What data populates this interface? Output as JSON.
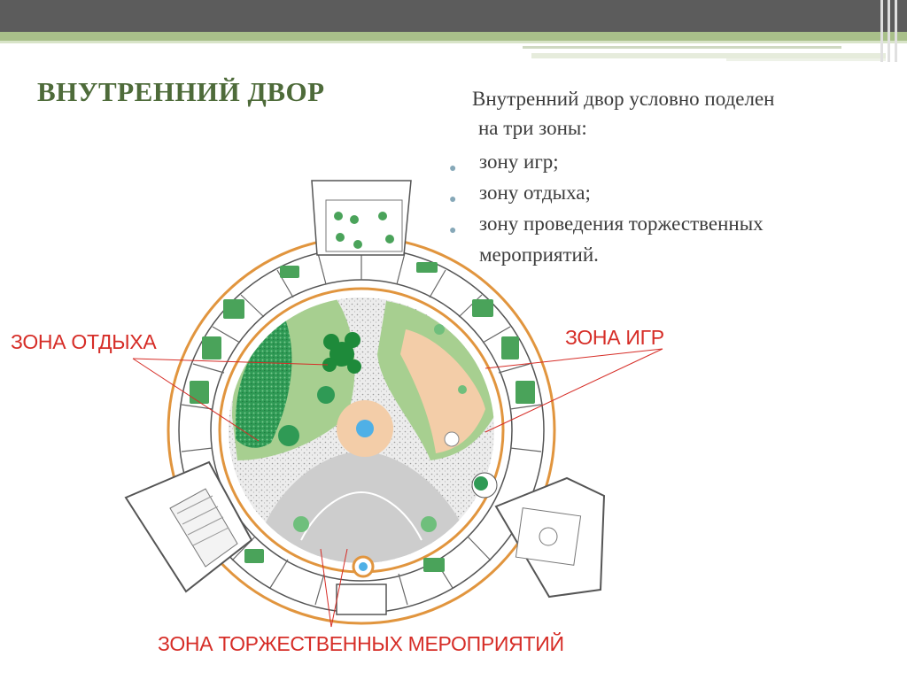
{
  "slide": {
    "title": "ВНУТРЕННИЙ ДВОР",
    "intro_line1": "Внутренний двор условно  поделен",
    "intro_line2": "на три зоны:",
    "bullets": [
      {
        "text": "зону игр;"
      },
      {
        "text": "зону отдыха;"
      },
      {
        "text": "зону проведения торжественных"
      },
      {
        "text": "мероприятий."
      }
    ]
  },
  "plan": {
    "label_rest": "ЗОНА ОТДЫХА",
    "label_games": "ЗОНА ИГР",
    "label_ceremony": "ЗОНА ТОРЖЕСТВЕННЫХ МЕРОПРИЯТИЙ"
  },
  "colors": {
    "title": "#4e6b3a",
    "zone_label": "#d62d27",
    "lawn_green": "#9fcb8a",
    "sand": "#f3cda8",
    "plaza_gray": "#c9c9c9",
    "pool_blue": "#4fb0e6"
  }
}
